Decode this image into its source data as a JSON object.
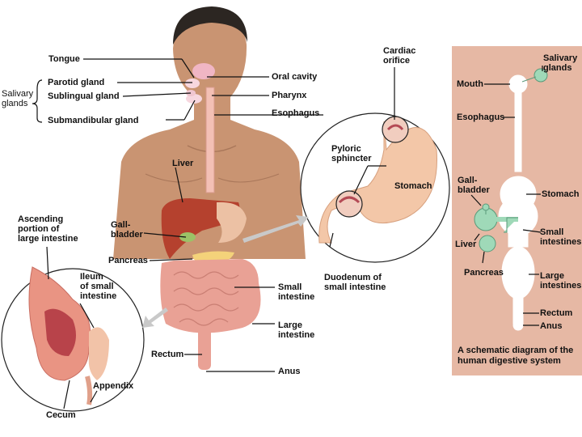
{
  "main_labels": {
    "tongue": "Tongue",
    "salivary_glands": "Salivary\nglands",
    "parotid_gland": "Parotid gland",
    "sublingual_gland": "Sublingual gland",
    "submandibular_gland": "Submandibular gland",
    "oral_cavity": "Oral cavity",
    "pharynx": "Pharynx",
    "esophagus": "Esophagus",
    "liver": "Liver",
    "gallbladder": "Gall-\nbladder",
    "pancreas": "Pancreas",
    "small_intestine": "Small\nintestine",
    "large_intestine": "Large\nintestine",
    "rectum": "Rectum",
    "anus": "Anus",
    "ascending_portion": "Ascending\nportion of\nlarge intestine",
    "ileum": "Ileum\nof small\nintestine",
    "appendix": "Appendix",
    "cecum": "Cecum",
    "cardiac_orifice": "Cardiac\norifice",
    "pyloric_sphincter": "Pyloric\nsphincter",
    "stomach": "Stomach",
    "duodenum": "Duodenum of\nsmall intestine"
  },
  "schematic": {
    "mouth": "Mouth",
    "salivary_glands": "Salivary\nglands",
    "esophagus": "Esophagus",
    "gallbladder": "Gall-\nbladder",
    "stomach": "Stomach",
    "small_intestines": "Small\nintestines",
    "liver": "Liver",
    "pancreas": "Pancreas",
    "large_intestines": "Large\nintestines",
    "rectum": "Rectum",
    "anus": "Anus",
    "caption": "A schematic diagram of the\nhuman digestive system"
  },
  "colors": {
    "skin": "#c99472",
    "liver": "#b5412e",
    "intestine": "#e9a195",
    "stomach": "#f3c7a8",
    "schematic_bg": "#e6b8a4",
    "glands": "#9fd9b8"
  }
}
